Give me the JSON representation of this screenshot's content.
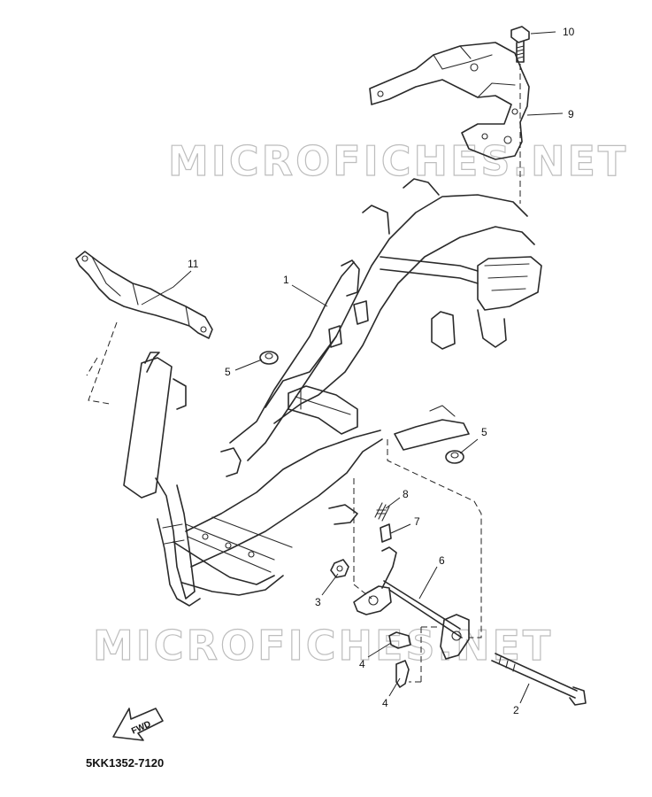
{
  "watermarks": [
    "MICROFICHES.NET",
    "MICROFICHES.NET"
  ],
  "drawing_code": "5KK1352-7120",
  "forward_label": "FWD",
  "callouts": {
    "c1": "1",
    "c2": "2",
    "c3": "3",
    "c4a": "4",
    "c4b": "4",
    "c5a": "5",
    "c5b": "5",
    "c6": "6",
    "c7": "7",
    "c8": "8",
    "c9": "9",
    "c10": "10",
    "c11": "11"
  }
}
